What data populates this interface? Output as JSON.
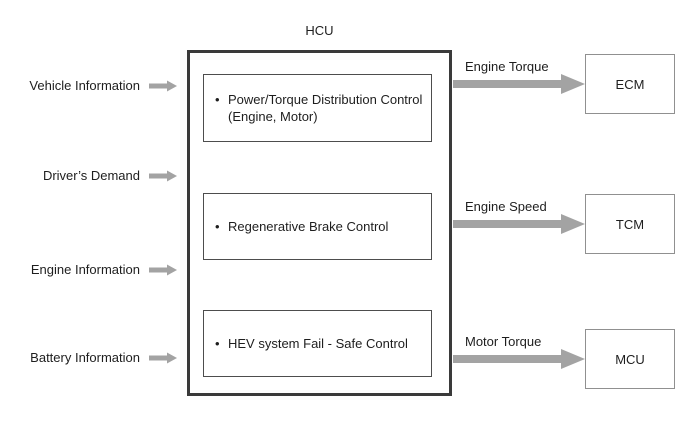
{
  "bullet": "•",
  "hcu": {
    "title": "HCU",
    "functions": [
      {
        "line1": "Power/Torque Distribution Control",
        "line2": "(Engine, Motor)"
      },
      {
        "line1": "Regenerative Brake Control"
      },
      {
        "line1": "HEV system Fail - Safe Control"
      }
    ]
  },
  "inputs": [
    {
      "label": "Vehicle Information"
    },
    {
      "label": "Driver’s Demand"
    },
    {
      "label": "Engine Information"
    },
    {
      "label": "Battery Information"
    }
  ],
  "outputs": [
    {
      "signal": "Engine Torque",
      "target": "ECM"
    },
    {
      "signal": "Engine Speed",
      "target": "TCM"
    },
    {
      "signal": "Motor Torque",
      "target": "MCU"
    }
  ],
  "colors": {
    "background": "#ffffff",
    "text": "#1e1e1e",
    "hcu_border": "#3a3a3a",
    "function_box_border": "#4d4d4d",
    "target_box_border": "#909090",
    "arrow": "#a3a3a3"
  }
}
